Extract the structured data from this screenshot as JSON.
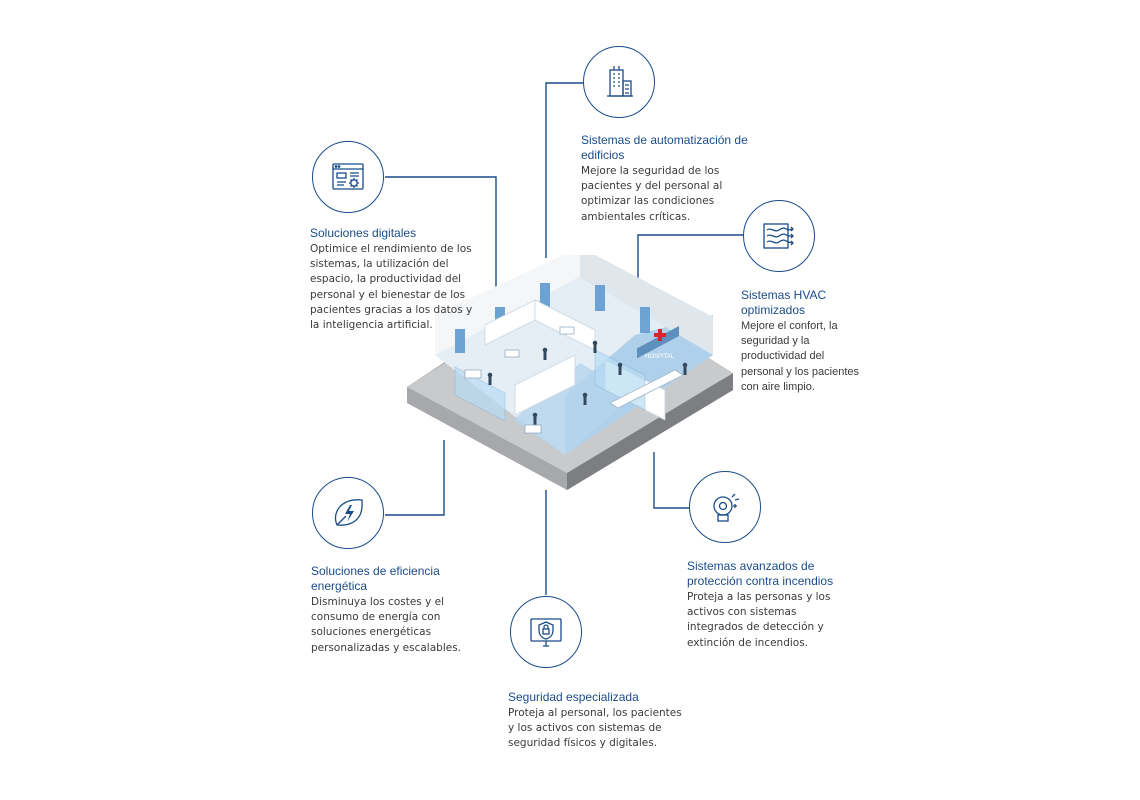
{
  "items": {
    "building_automation": {
      "icon": "building-icon",
      "title_line1": "Sistemas de automatización de",
      "title_line2": "edificios",
      "description": "Mejore la seguridad de los pacientes y del personal al optimizar las condiciones ambientales críticas."
    },
    "digital_solutions": {
      "icon": "browser-gear-icon",
      "title": "Soluciones digitales",
      "description": "Optimice el rendimiento de los sistemas, la utilización del espacio, la productividad del personal y el bienestar de los pacientes gracias a los datos y la inteligencia artificial."
    },
    "hvac": {
      "icon": "airflow-icon",
      "title_line1": "Sistemas HVAC",
      "title_line2": "optimizados",
      "description": "Mejore el confort, la seguridad y la productividad del personal y los pacientes con aire limpio."
    },
    "energy_efficiency": {
      "icon": "leaf-bolt-icon",
      "title_line1": "Soluciones de eficiencia",
      "title_line2": "energética",
      "description": "Disminuya los costes y el consumo de energía con soluciones energéticas personalizadas y escalables."
    },
    "fire_protection": {
      "icon": "fire-alarm-bell-icon",
      "title_line1": "Sistemas avanzados de",
      "title_line2": "protección contra incendios",
      "description": "Proteja a las personas y los activos con sistemas integrados de detección y extinción de incendios."
    },
    "security": {
      "icon": "monitor-shield-lock-icon",
      "title": "Seguridad especializada",
      "description": "Proteja al personal, los pacientes y los activos con sistemas de seguridad físicos y digitales."
    }
  },
  "building": {
    "illustration": "isometric-hospital-floor-illustration",
    "sign_text": "HOSPITAL"
  },
  "colors": {
    "accent": "#1a4c8a",
    "text": "#3a3a3a",
    "floor_blue": "#9cc6e6",
    "base_grey": "#9a9a9a",
    "red_cross": "#d9232e"
  }
}
